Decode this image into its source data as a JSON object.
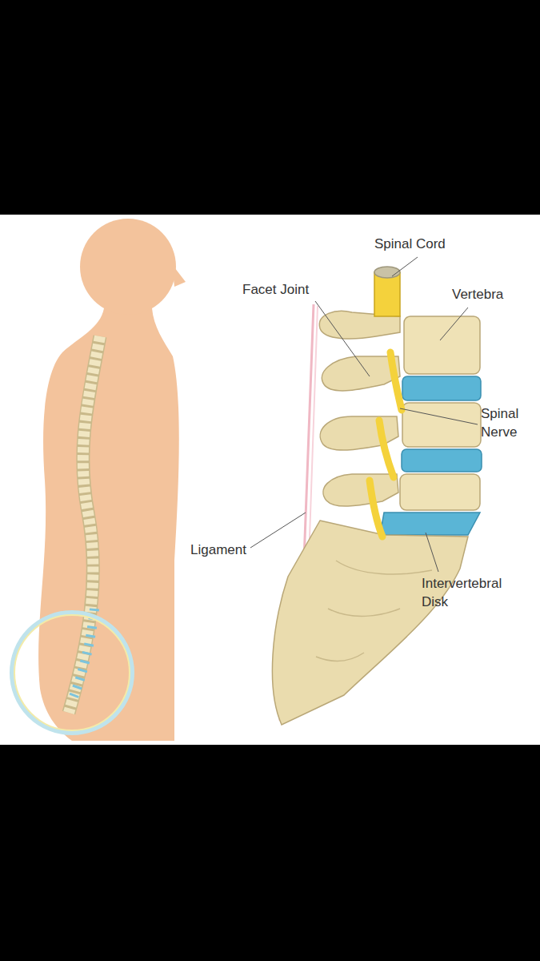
{
  "diagram": {
    "labels": [
      "Spinal Cord",
      "Facet Joint",
      "Vertebra",
      "Spinal Nerve",
      "Ligament",
      "Intervertebral Disk"
    ]
  }
}
